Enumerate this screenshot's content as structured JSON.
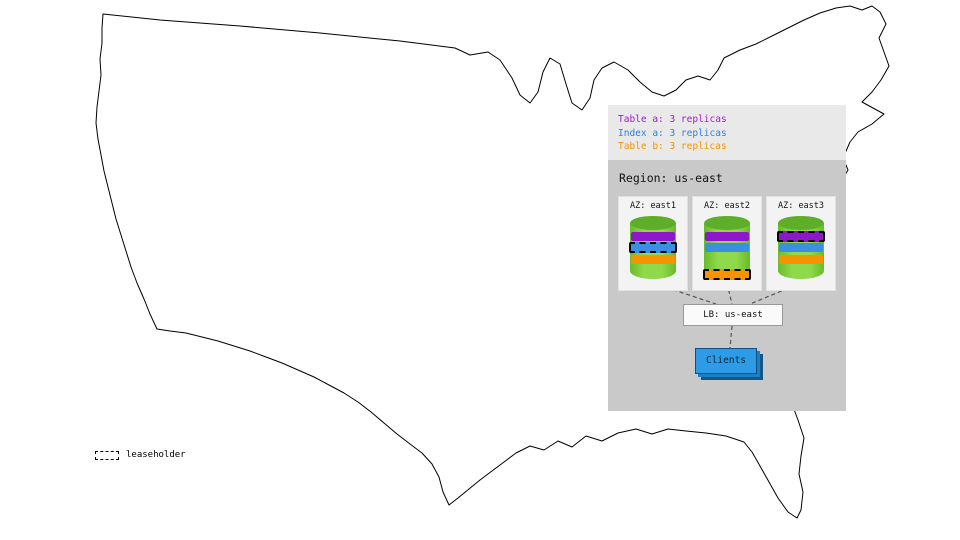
{
  "overlay": {
    "legend": {
      "items": [
        {
          "label": "Table a: 3 replicas",
          "color": "#a31bce"
        },
        {
          "label": "Index a: 3 replicas",
          "color": "#2f7fe8"
        },
        {
          "label": "Table b: 3 replicas",
          "color": "#f59300"
        }
      ]
    },
    "region": {
      "title": "Region: us-east",
      "azs": [
        {
          "label": "AZ: east1",
          "replicas": [
            {
              "name": "table-a",
              "color": "#8e17c9",
              "leaseholder": false
            },
            {
              "name": "index-a",
              "color": "#3a8fe0",
              "leaseholder": true
            },
            {
              "name": "table-b",
              "color": "#f59300",
              "leaseholder": false
            }
          ]
        },
        {
          "label": "AZ: east2",
          "replicas": [
            {
              "name": "table-a",
              "color": "#8e17c9",
              "leaseholder": false
            },
            {
              "name": "index-a",
              "color": "#3a8fe0",
              "leaseholder": false
            },
            {
              "name": "table-b",
              "color": "#f59300",
              "leaseholder": true
            }
          ]
        },
        {
          "label": "AZ: east3",
          "replicas": [
            {
              "name": "table-a",
              "color": "#8e17c9",
              "leaseholder": true
            },
            {
              "name": "index-a",
              "color": "#3a8fe0",
              "leaseholder": false
            },
            {
              "name": "table-b",
              "color": "#f59300",
              "leaseholder": false
            }
          ]
        }
      ],
      "load_balancer": {
        "label": "LB: us-east"
      },
      "clients": {
        "label": "Clients",
        "color": "#2e9be6"
      }
    }
  },
  "map_legend": {
    "label": "leaseholder"
  },
  "colors": {
    "cylinder_green": "#7dcb44",
    "panel_light": "#e9e9e9",
    "panel_region": "#c9c9c9"
  }
}
